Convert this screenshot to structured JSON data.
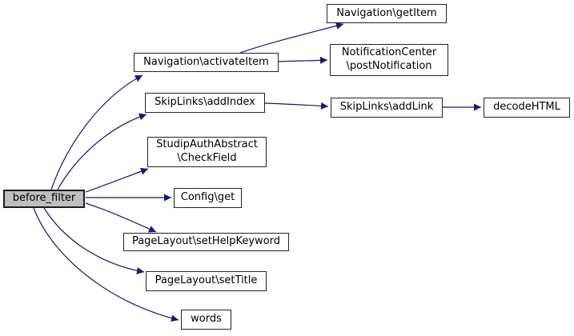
{
  "graph": {
    "kind": "doxygen-call-graph",
    "background_color": "#ffffff",
    "edge_color": "#191970",
    "node_border_color": "#242424",
    "node_fill_color": "#ffffff",
    "focus_node_fill_color": "#bfbfbf",
    "focus_node": "before_filter",
    "nodes": [
      {
        "id": "before_filter",
        "label": "before_filter",
        "focus": true
      },
      {
        "id": "activateItem",
        "label": "Navigation\\activateItem",
        "focus": false
      },
      {
        "id": "getItem",
        "label": "Navigation\\getItem",
        "focus": false
      },
      {
        "id": "postNotification",
        "label": "NotificationCenter\n\\postNotification",
        "focus": false
      },
      {
        "id": "addIndex",
        "label": "SkipLinks\\addIndex",
        "focus": false
      },
      {
        "id": "addLink",
        "label": "SkipLinks\\addLink",
        "focus": false
      },
      {
        "id": "decodeHTML",
        "label": "decodeHTML",
        "focus": false
      },
      {
        "id": "CheckField",
        "label": "StudipAuthAbstract\n\\CheckField",
        "focus": false
      },
      {
        "id": "Config_get",
        "label": "Config\\get",
        "focus": false
      },
      {
        "id": "setHelpKeyword",
        "label": "PageLayout\\setHelpKeyword",
        "focus": false
      },
      {
        "id": "setTitle",
        "label": "PageLayout\\setTitle",
        "focus": false
      },
      {
        "id": "words",
        "label": "words",
        "focus": false
      }
    ],
    "edges": [
      {
        "from": "before_filter",
        "to": "Navigation\\activateItem"
      },
      {
        "from": "before_filter",
        "to": "SkipLinks\\addIndex"
      },
      {
        "from": "before_filter",
        "to": "StudipAuthAbstract\\CheckField"
      },
      {
        "from": "before_filter",
        "to": "Config\\get"
      },
      {
        "from": "before_filter",
        "to": "PageLayout\\setHelpKeyword"
      },
      {
        "from": "before_filter",
        "to": "PageLayout\\setTitle"
      },
      {
        "from": "before_filter",
        "to": "words"
      },
      {
        "from": "Navigation\\activateItem",
        "to": "Navigation\\getItem"
      },
      {
        "from": "Navigation\\activateItem",
        "to": "NotificationCenter\\postNotification"
      },
      {
        "from": "SkipLinks\\addIndex",
        "to": "SkipLinks\\addLink"
      },
      {
        "from": "SkipLinks\\addLink",
        "to": "decodeHTML"
      }
    ]
  }
}
